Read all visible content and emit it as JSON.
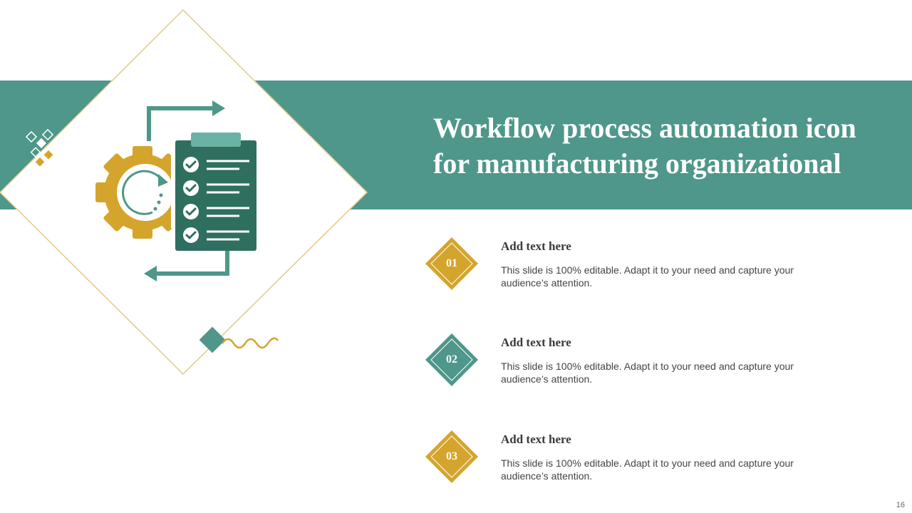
{
  "slide": {
    "title_line1": "Workflow process automation icon",
    "title_line2": "for manufacturing organizational",
    "page_number": "16"
  },
  "colors": {
    "teal": "#4e978a",
    "dark_teal": "#2f6f60",
    "gold": "#d4a52c",
    "outline_gold": "#e3c98a"
  },
  "icons": [
    "gear-icon",
    "clipboard-checklist-icon",
    "arrow-right-icon",
    "arrow-left-icon",
    "wave-squiggle",
    "decorative-diamonds"
  ],
  "items": [
    {
      "number": "01",
      "heading": "Add text here",
      "body": "This slide is 100% editable. Adapt it to your need and capture your audience’s attention.",
      "color": "#d4a52c"
    },
    {
      "number": "02",
      "heading": "Add text here",
      "body": "This slide is 100% editable. Adapt it to your need and capture your audience’s attention.",
      "color": "#4e978a"
    },
    {
      "number": "03",
      "heading": "Add text here",
      "body": "This slide is 100% editable. Adapt it to your need and capture your audience’s attention.",
      "color": "#d4a52c"
    }
  ]
}
